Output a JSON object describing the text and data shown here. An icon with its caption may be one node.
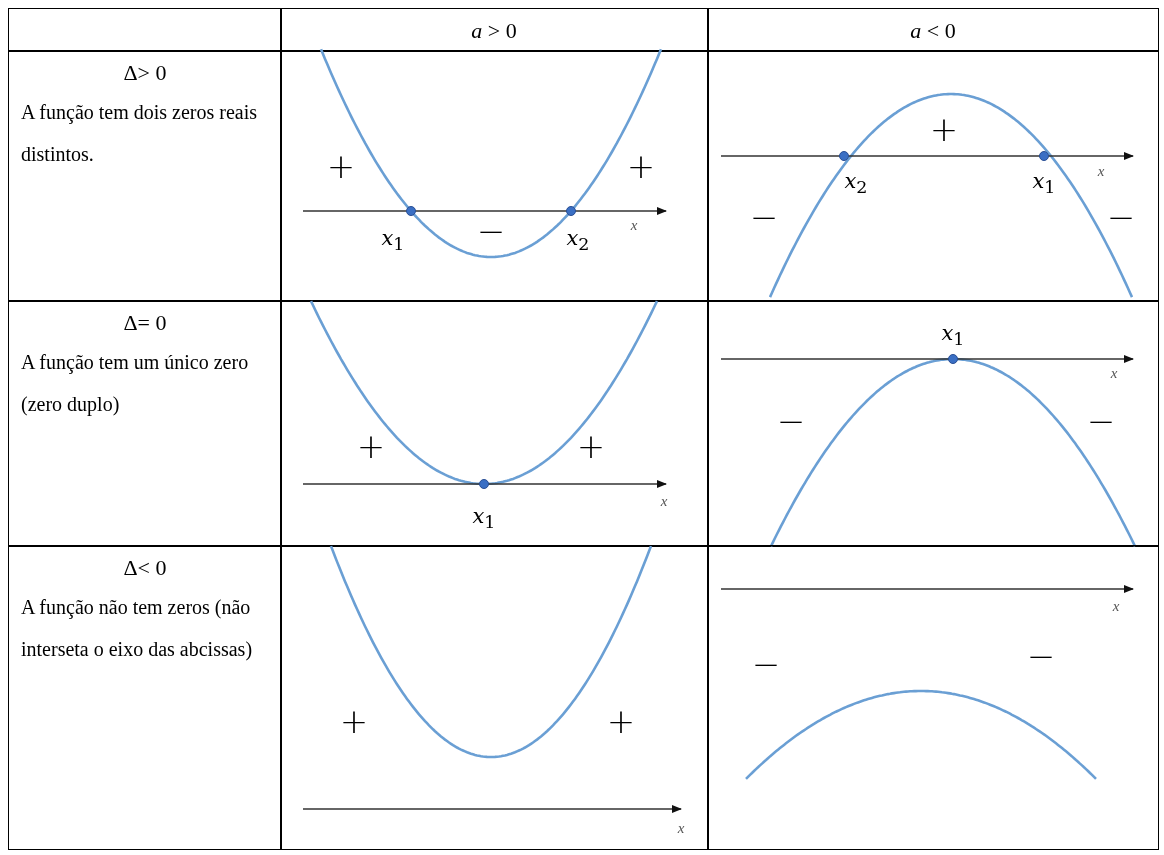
{
  "diagram": {
    "labels": [
      "*a* > 0",
      "*a* < 0",
      "Δ> 0",
      "A função tem dois zeros reais distintos.",
      "+",
      "+",
      "*x*$_{1}$",
      "−",
      "*x*$_{2}$",
      "x",
      "+",
      "*x*$_{2}$",
      "*x*$_{1}$",
      "x",
      "−",
      "−",
      "Δ= 0",
      "A função tem um único zero (zero duplo)",
      "+",
      "+",
      "*x*$_{1}$",
      "x",
      "*x*$_{1}$",
      "x",
      "−",
      "−",
      "Δ< 0",
      "A função não tem zeros (não interseta o eixo das abcissas)",
      "+",
      "+",
      "x",
      "x",
      "−",
      "−"
    ]
  }
}
